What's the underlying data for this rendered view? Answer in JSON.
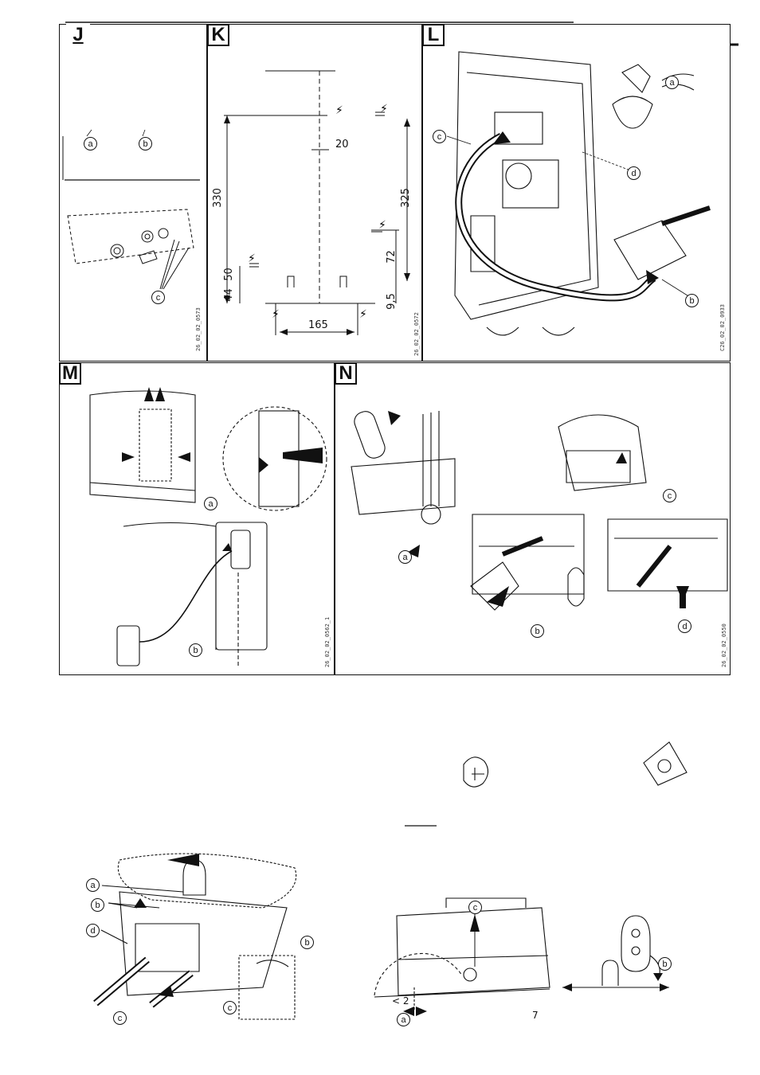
{
  "panels": {
    "j": {
      "label": "J",
      "callouts": [
        "a",
        "b",
        "c"
      ],
      "code": "26_02_02_0573"
    },
    "k": {
      "label": "K",
      "dims": {
        "d330": "330",
        "d325": "325",
        "d20": "20",
        "d50": "50",
        "d44": "44",
        "d72": "72",
        "d95": "9,5",
        "d165": "165"
      },
      "code": "26_02_02_0572"
    },
    "l": {
      "label": "L",
      "callouts": [
        "a",
        "b",
        "c",
        "d"
      ],
      "code": "C26_02_02_0933"
    },
    "m": {
      "label": "M",
      "callouts": [
        "a",
        "b"
      ],
      "code": "26_02_02_0562_1"
    },
    "n": {
      "label": "N",
      "callouts": [
        "a",
        "b",
        "c",
        "d"
      ],
      "code": "26_02_02_0550"
    }
  },
  "bottom": {
    "left_callouts": [
      "a",
      "b",
      "d",
      "c",
      "c",
      "b"
    ],
    "right_callouts": [
      "c",
      "a",
      "b"
    ],
    "dim_lt2": "< 2",
    "part_number": "7"
  },
  "colors": {
    "line": "#111111",
    "paper": "#ffffff"
  }
}
